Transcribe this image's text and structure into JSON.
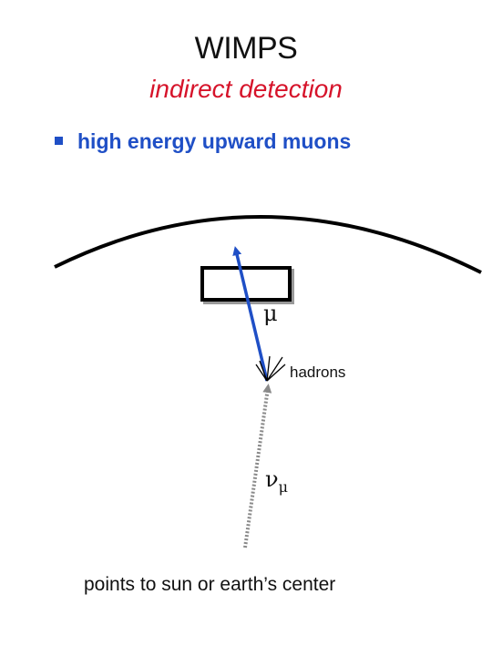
{
  "header": {
    "title": "WIMPS",
    "subtitle": "indirect detection"
  },
  "bullet": {
    "text": "high energy upward muons"
  },
  "diagram": {
    "muon_label": "μ",
    "hadrons_label": "hadrons",
    "neutrino_label": "ν",
    "neutrino_sub": "μ",
    "colors": {
      "muon_track": "#1f4fc6",
      "neutrino_track": "#8a8a8a",
      "earth_surface": "#000000",
      "detector_shadow": "#9a9a9a"
    }
  },
  "caption": {
    "text": "points to sun or earth’s center"
  }
}
